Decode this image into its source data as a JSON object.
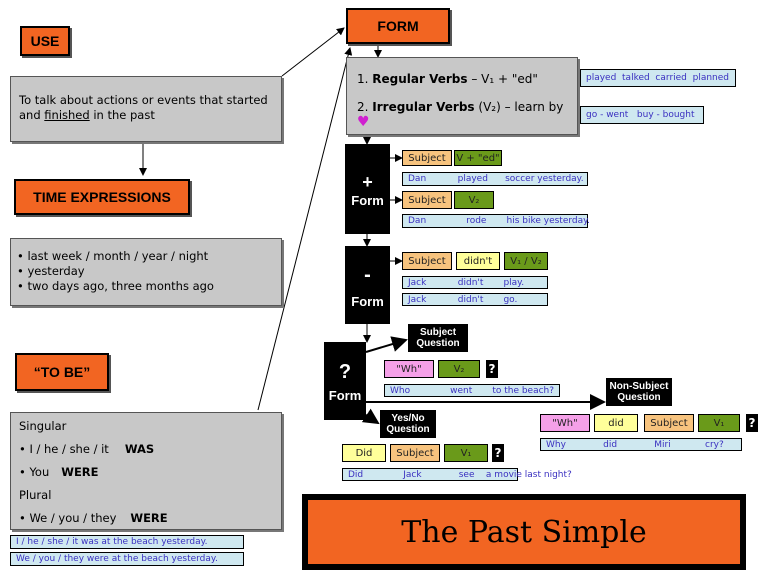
{
  "use": {
    "heading": "USE",
    "text_pre": "To talk about actions or events that started and ",
    "text_underlined": "finished",
    "text_post": " in the past"
  },
  "time_expressions": {
    "heading": "TIME EXPRESSIONS",
    "items": [
      "• last week / month / year / night",
      "• yesterday",
      "• two days ago, three months ago"
    ]
  },
  "to_be": {
    "heading": "“TO BE”",
    "singular_label": "Singular",
    "singular_subject": "• I / he / she / it",
    "singular_verb": "WAS",
    "you_subject": "• You",
    "you_verb": "WERE",
    "plural_label": "Plural",
    "plural_subject": "• We / you / they",
    "plural_verb": "WERE",
    "example1": "I / he / she / it was at the beach yesterday.",
    "example2": "We / you / they were at the beach yesterday."
  },
  "form": {
    "heading": "FORM",
    "regular_num": "1. ",
    "regular_bold": "Regular Verbs",
    "regular_formula": " – V₁ + \"ed\"",
    "irregular_num": "2. ",
    "irregular_bold": "Irregular Verbs",
    "irregular_formula": " (V₂) – learn by ",
    "heart": "♥",
    "regular_examples": "played  talked  carried  planned",
    "irregular_examples": "go - went   buy - bought"
  },
  "positive": {
    "sign": "+",
    "label": "Form",
    "row1": [
      "Subject",
      "V + \"ed\""
    ],
    "ex1": "Dan           played      soccer yesterday.",
    "row2": [
      "Subject",
      "V₂"
    ],
    "ex2": "Dan              rode       his bike yesterday."
  },
  "negative": {
    "sign": "-",
    "label": "Form",
    "row": [
      "Subject",
      "didn't",
      "V₁ / V₂"
    ],
    "ex1": "Jack           didn't       play.",
    "ex2": "Jack           didn't       go."
  },
  "question": {
    "sign": "?",
    "label": "Form",
    "subject_q": "Subject Question",
    "subject_row": [
      "\"Wh\"",
      "V₂"
    ],
    "subject_ex": "Who              went       to the beach?",
    "non_subject_q": "Non-Subject Question",
    "non_subject_row": [
      "\"Wh\"",
      "did",
      "Subject",
      "V₁"
    ],
    "non_subject_ex": "Why             did             Miri            cry?",
    "yes_no_q": "Yes/No Question",
    "yes_no_row": [
      "Did",
      "Subject",
      "V₁"
    ],
    "yes_no_ex": "Did              Jack             see    a movie last night?",
    "q": "?"
  },
  "title": "The Past Simple",
  "colors": {
    "orange": "#f26522",
    "grey": "#c8c8c8",
    "example_bg": "#cfe8f0",
    "example_text": "#3a30c0",
    "green": "#6a9a1a",
    "peach": "#f7c37e",
    "yellow": "#ffff9a",
    "pink": "#f5a0e8"
  }
}
